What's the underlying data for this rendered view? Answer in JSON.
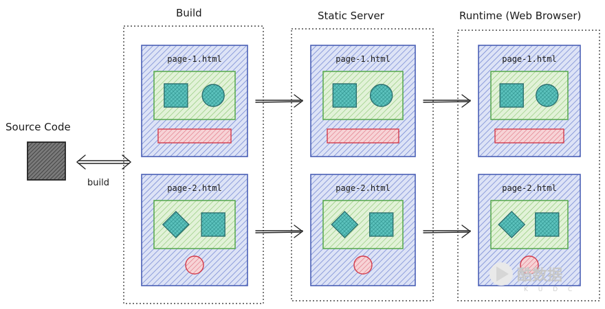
{
  "source": {
    "label": "Source Code"
  },
  "build_arrow": {
    "label": "build"
  },
  "columns": [
    {
      "title": "Build",
      "pages": [
        {
          "label": "page-1.html",
          "shapes": [
            "square",
            "circle"
          ],
          "footer": "red-bar"
        },
        {
          "label": "page-2.html",
          "shapes": [
            "diamond",
            "square"
          ],
          "footer": "red-circle"
        }
      ]
    },
    {
      "title": "Static Server",
      "pages": [
        {
          "label": "page-1.html",
          "shapes": [
            "square",
            "circle"
          ],
          "footer": "red-bar"
        },
        {
          "label": "page-2.html",
          "shapes": [
            "diamond",
            "square"
          ],
          "footer": "red-circle"
        }
      ]
    },
    {
      "title": "Runtime (Web Browser)",
      "pages": [
        {
          "label": "page-1.html",
          "shapes": [
            "square",
            "circle"
          ],
          "footer": "red-bar"
        },
        {
          "label": "page-2.html",
          "shapes": [
            "diamond",
            "square"
          ],
          "footer": "red-circle"
        }
      ]
    }
  ],
  "colors": {
    "page_border": "#4a5fb5",
    "page_fill": "#c9d2f0",
    "inner_border": "#55a84a",
    "inner_fill": "#d4ecc6",
    "shape_border": "#2b6d6d",
    "shape_fill": "#3fb4b0",
    "red_border": "#d23a4a",
    "red_fill": "#f4c2c6",
    "source_fill": "#555555"
  },
  "watermark": {
    "text": "酷数据",
    "sub": "K U D C"
  }
}
